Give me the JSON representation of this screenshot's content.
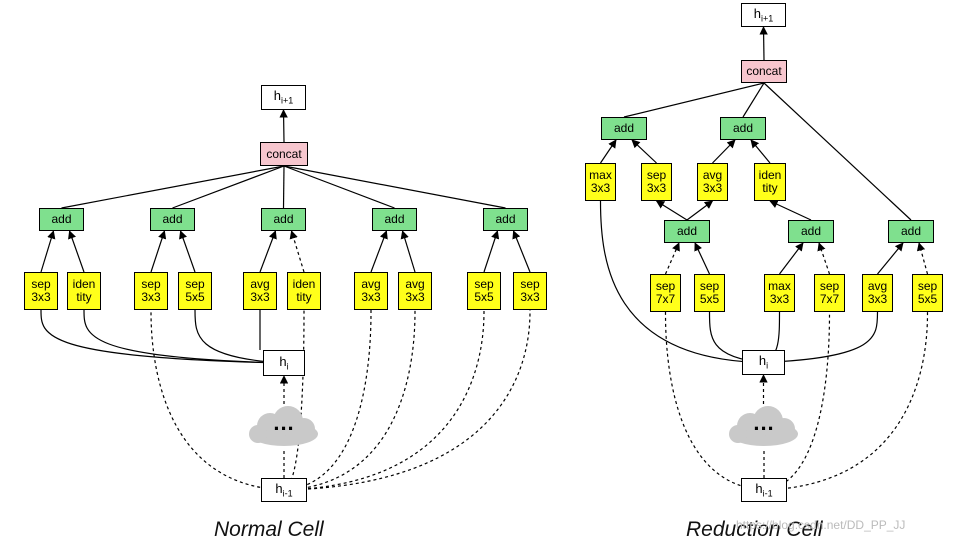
{
  "captions": {
    "normal": "Normal Cell",
    "reduction": "Reduction Cell"
  },
  "watermark": "https://blog.csdn.net/DD_PP_JJ",
  "state_labels": {
    "h": "h",
    "next_sub": "i+1",
    "cur_sub": "i",
    "prev_sub": "i-1"
  },
  "ellipsis": "...",
  "colors": {
    "op": "#ffff1a",
    "add": "#7fe08e",
    "concat": "#f7c6ce",
    "state": "#ffffff",
    "cloud": "#c9c9c9"
  },
  "normal_cell": {
    "concat_label": "concat",
    "add_label": "add",
    "ops": [
      {
        "label": "sep\n3x3",
        "input": "h_i"
      },
      {
        "label": "iden\ntity",
        "input": "h_i"
      },
      {
        "label": "sep\n3x3",
        "input": "h_i-1"
      },
      {
        "label": "sep\n5x5",
        "input": "h_i"
      },
      {
        "label": "avg\n3x3",
        "input": "h_i"
      },
      {
        "label": "iden\ntity",
        "input": "h_i-1"
      },
      {
        "label": "avg\n3x3",
        "input": "h_i-1"
      },
      {
        "label": "avg\n3x3",
        "input": "h_i-1"
      },
      {
        "label": "sep\n5x5",
        "input": "h_i-1"
      },
      {
        "label": "sep\n3x3",
        "input": "h_i-1"
      }
    ]
  },
  "reduction_cell": {
    "concat_label": "concat",
    "add_label": "add",
    "upper_ops": [
      {
        "label": "max\n3x3",
        "input": "h_i"
      },
      {
        "label": "sep\n3x3",
        "input": "add_1"
      },
      {
        "label": "avg\n3x3",
        "input": "add_1"
      },
      {
        "label": "iden\ntity",
        "input": "add_2"
      }
    ],
    "lower_ops": [
      {
        "label": "sep\n7x7",
        "input": "h_i-1"
      },
      {
        "label": "sep\n5x5",
        "input": "h_i"
      },
      {
        "label": "max\n3x3",
        "input": "h_i"
      },
      {
        "label": "sep\n7x7",
        "input": "h_i-1"
      },
      {
        "label": "avg\n3x3",
        "input": "h_i"
      },
      {
        "label": "sep\n5x5",
        "input": "h_i-1"
      }
    ]
  }
}
